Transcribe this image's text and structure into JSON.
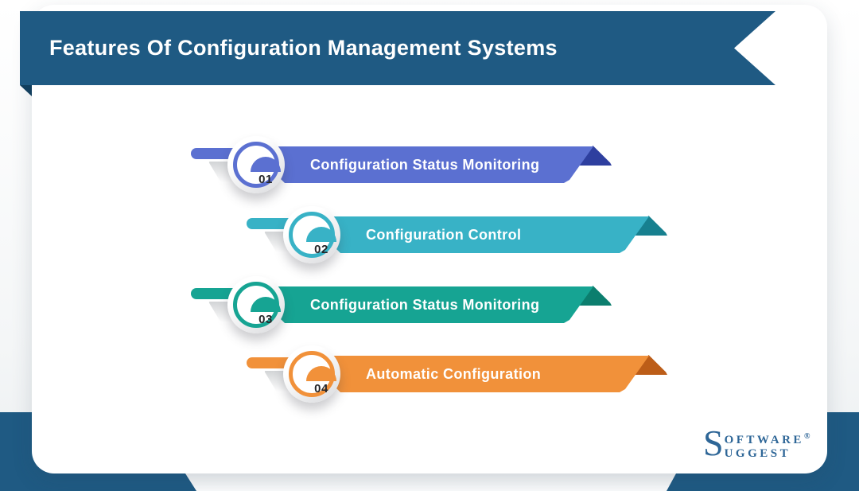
{
  "header": {
    "title": "Features Of Configuration Management Systems"
  },
  "items": [
    {
      "number": "01",
      "label": "Configuration Status Monitoring",
      "color": "#5b70d1",
      "fold_color": "#2e3f9f"
    },
    {
      "number": "02",
      "label": "Configuration Control",
      "color": "#38b2c6",
      "fold_color": "#17808f"
    },
    {
      "number": "03",
      "label": "Configuration Status Monitoring",
      "color": "#16a493",
      "fold_color": "#0c7e6e"
    },
    {
      "number": "04",
      "label": "Automatic Configuration",
      "color": "#f1913a",
      "fold_color": "#bc5d18"
    }
  ],
  "logo": {
    "initial": "S",
    "word_top": "OFTWARE",
    "registered": "®",
    "word_bottom": "UGGEST",
    "color": "#2e6697"
  },
  "colors": {
    "banner": "#1f5a83",
    "banner_fold": "#123f5e",
    "bottom_band": "#1f5a83",
    "card": "#ffffff",
    "bar_text": "#ffffff",
    "number_text": "#26272a"
  }
}
